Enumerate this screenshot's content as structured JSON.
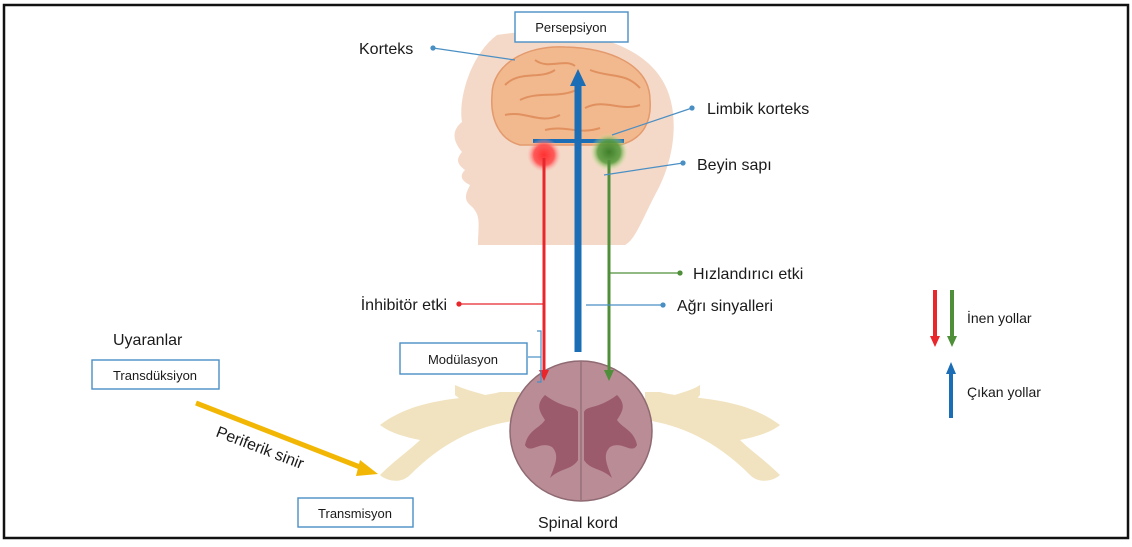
{
  "labels": {
    "perception": "Persepsiyon",
    "cortex": "Korteks",
    "limbic_cortex": "Limbik korteks",
    "brainstem": "Beyin sapı",
    "facilitating_effect": "Hızlandırıcı etki",
    "inhibitory_effect": "İnhibitör etki",
    "pain_signals": "Ağrı sinyalleri",
    "modulation": "Modülasyon",
    "stimuli": "Uyaranlar",
    "transduction": "Transdüksiyon",
    "peripheral_nerve": "Periferik sinir",
    "transmission": "Transmisyon",
    "spinal_cord": "Spinal kord"
  },
  "legend": {
    "descending": "İnen yollar",
    "ascending": "Çıkan yollar"
  },
  "colors": {
    "descending_inhibitory": "#e8262b",
    "descending_facilitating": "#4f8f3a",
    "ascending": "#1b6db5",
    "peripheral_nerve_arrow": "#f2b705",
    "head_skin": "#f4d9c8",
    "brain": "#f2b88e",
    "spinal_cord": "#b98c96",
    "grey_matter": "#9c5a6d",
    "nerve_roots": "#f1e3bf",
    "label_lines": "#4a8fc4"
  }
}
